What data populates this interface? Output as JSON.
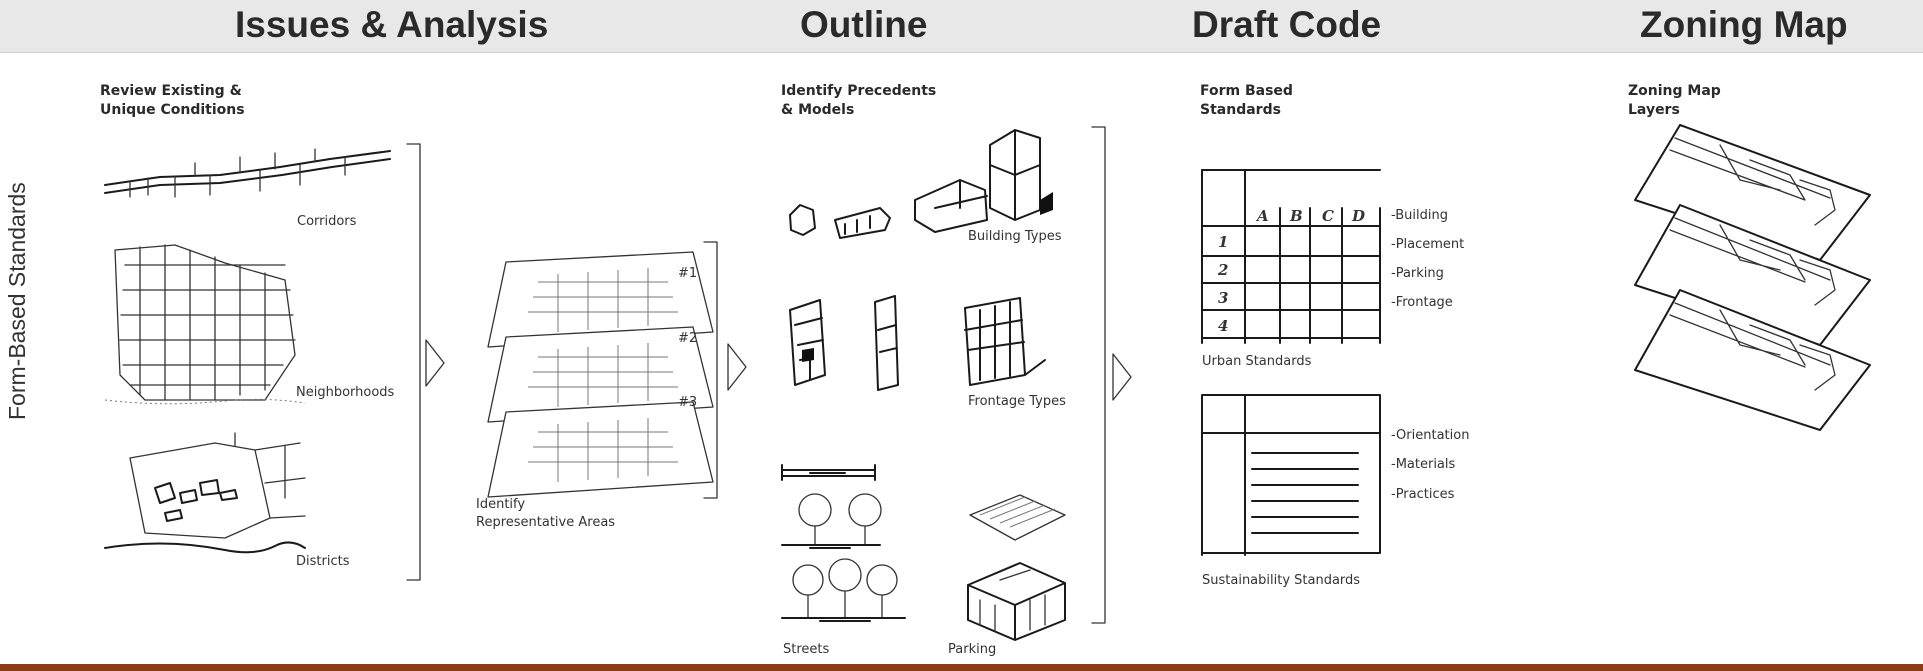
{
  "headers": [
    "Issues & Analysis",
    "Outline",
    "Draft Code",
    "Zoning Map"
  ],
  "side_label": "Form-Based Standards",
  "issues": {
    "subtitle_1": "Review Existing &",
    "subtitle_2": "Unique Conditions",
    "corridors": "Corridors",
    "neighborhoods": "Neighborhoods",
    "districts": "Districts",
    "layer_labels": [
      "#1",
      "#2",
      "#3"
    ],
    "identify_1": "Identify",
    "identify_2": "Representative Areas"
  },
  "outline": {
    "subtitle_1": "Identify Precedents",
    "subtitle_2": "& Models",
    "building_types": "Building Types",
    "frontage_types": "Frontage Types",
    "streets": "Streets",
    "parking": "Parking"
  },
  "draft": {
    "subtitle_1": "Form Based",
    "subtitle_2": "Standards",
    "grid_cols": [
      "A",
      "B",
      "C",
      "D"
    ],
    "grid_rows": [
      "1",
      "2",
      "3",
      "4"
    ],
    "urban_items": [
      "-Building",
      "-Placement",
      "-Parking",
      "-Frontage"
    ],
    "urban_label": "Urban Standards",
    "sustain_items": [
      "-Orientation",
      "-Materials",
      "-Practices"
    ],
    "sustain_label": "Sustainability Standards"
  },
  "zoning": {
    "subtitle_1": "Zoning Map",
    "subtitle_2": "Layers"
  }
}
